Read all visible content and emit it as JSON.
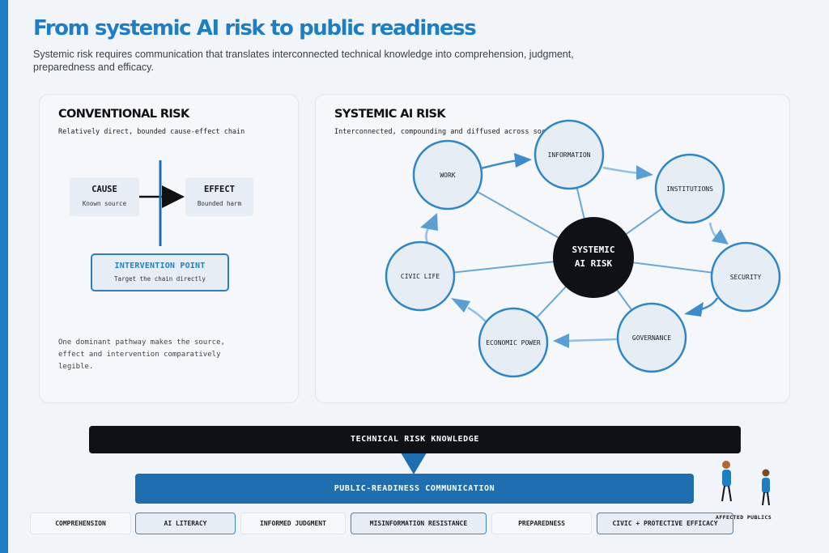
{
  "header": {
    "title": "From systemic AI risk to public readiness",
    "subtitle": "Systemic risk requires communication that translates interconnected technical knowledge into comprehension, judgment, preparedness and efficacy."
  },
  "conventional": {
    "heading": "CONVENTIONAL RISK",
    "sub": "Relatively direct, bounded cause-effect chain",
    "cause": {
      "title": "CAUSE",
      "sub": "Known source"
    },
    "effect": {
      "title": "EFFECT",
      "sub": "Bounded harm"
    },
    "intervention": {
      "title": "INTERVENTION POINT",
      "sub": "Target the chain directly"
    },
    "note": "One dominant pathway makes the source, effect and intervention comparatively legible."
  },
  "systemic": {
    "heading": "SYSTEMIC AI RISK",
    "sub": "Interconnected, compounding and diffused across soci",
    "center": [
      "SYSTEMIC",
      "AI RISK"
    ],
    "nodes": {
      "work": "WORK",
      "information": "INFORMATION",
      "institutions": "INSTITUTIONS",
      "security": "SECURITY",
      "governance": "GOVERNANCE",
      "economic_power": "ECONOMIC POWER",
      "civic_life": "CIVIC LIFE"
    }
  },
  "pipeline": {
    "knowledge": "TECHNICAL RISK KNOWLEDGE",
    "communication": "PUBLIC-READINESS COMMUNICATION",
    "outcomes": [
      "COMPREHENSION",
      "AI LITERACY",
      "INFORMED JUDGMENT",
      "MISINFORMATION RESISTANCE",
      "PREPAREDNESS",
      "CIVIC + PROTECTIVE EFFICACY"
    ],
    "publics": "AFFECTED PUBLICS"
  },
  "colors": {
    "accent": "#1f7ec2",
    "node_fill": "#e6edf5",
    "node_stroke": "#2f86c6",
    "dark": "#0f1115",
    "comm_bar": "#1f6fb0"
  }
}
